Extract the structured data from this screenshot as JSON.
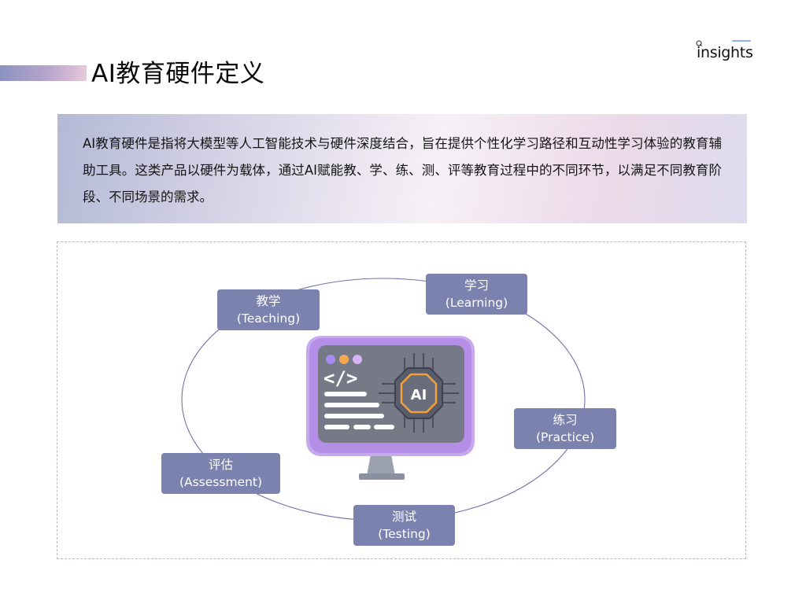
{
  "header": {
    "title": "AI教育硬件定义",
    "logo_text": "insights"
  },
  "intro": {
    "text": "AI教育硬件是指将大模型等人工智能技术与硬件深度结合，旨在提供个性化学习路径和互动性学习体验的教育辅助工具。这类产品以硬件为载体，通过AI赋能教、学、练、测、评等教育过程中的不同环节，以满足不同教育阶段、不同场景的需求。"
  },
  "diagram": {
    "center_icon": "ai-computer-monitor-icon",
    "center_badge": "AI",
    "stages": [
      {
        "zh": "教学",
        "en": "(Teaching)"
      },
      {
        "zh": "学习",
        "en": "(Learning)"
      },
      {
        "zh": "练习",
        "en": "(Practice)"
      },
      {
        "zh": "测试",
        "en": "(Testing)"
      },
      {
        "zh": "评估",
        "en": "(Assessment)"
      }
    ]
  },
  "colors": {
    "accent": "#7b82ad",
    "cycle_line": "#6e73a6",
    "monitor_frame": "#c5a8ec",
    "monitor_screen": "#727682",
    "chip_orange": "#f2a03a"
  }
}
